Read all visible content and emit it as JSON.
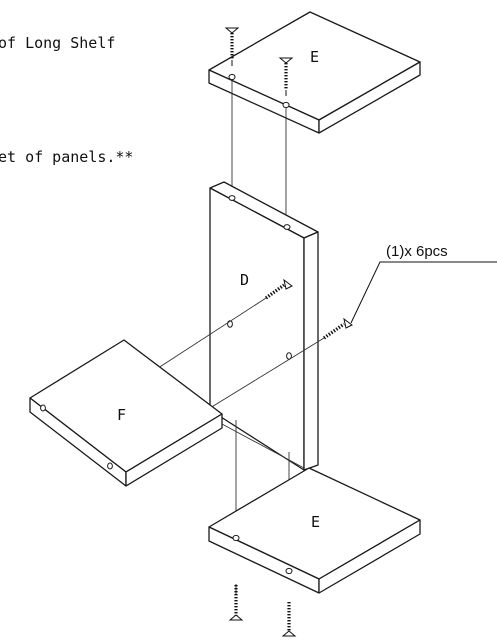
{
  "instructions": {
    "line1": "of Long Shelf",
    "line2": "et of panels.**"
  },
  "parts": {
    "top_panel": "E",
    "upright_panel": "D",
    "side_shelf": "F",
    "bottom_panel": "E"
  },
  "callout": {
    "label": "(1)x 6pcs"
  },
  "icons": {
    "screw": "screw-icon"
  }
}
